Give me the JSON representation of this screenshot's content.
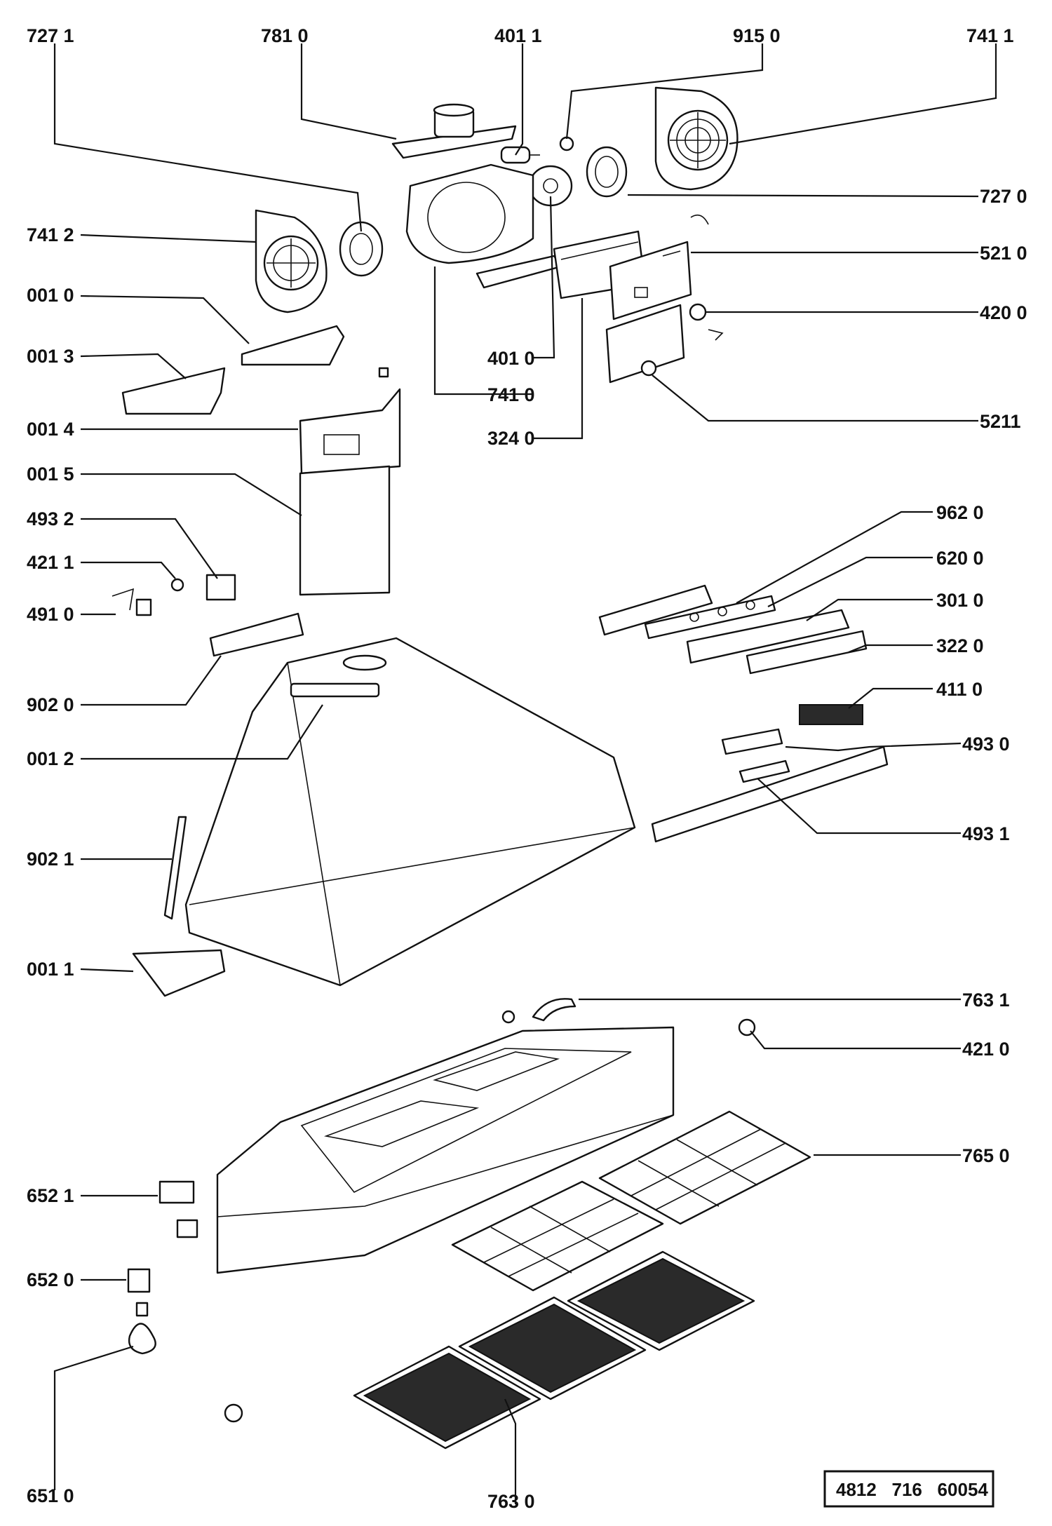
{
  "diagram": {
    "callouts": [
      {
        "id": "c-7271",
        "text": "727 1"
      },
      {
        "id": "c-7810",
        "text": "781 0"
      },
      {
        "id": "c-4011",
        "text": "401 1"
      },
      {
        "id": "c-9150",
        "text": "915 0"
      },
      {
        "id": "c-7411",
        "text": "741 1"
      },
      {
        "id": "c-7270",
        "text": "727 0"
      },
      {
        "id": "c-7412",
        "text": "741 2"
      },
      {
        "id": "c-5210",
        "text": "521 0"
      },
      {
        "id": "c-0010",
        "text": "001 0"
      },
      {
        "id": "c-4200",
        "text": "420 0"
      },
      {
        "id": "c-0013",
        "text": "001 3"
      },
      {
        "id": "c-4010",
        "text": "401 0"
      },
      {
        "id": "c-7410",
        "text": "741 0"
      },
      {
        "id": "c-0014",
        "text": "001 4"
      },
      {
        "id": "c-5211",
        "text": "5211"
      },
      {
        "id": "c-3240",
        "text": "324 0"
      },
      {
        "id": "c-0015",
        "text": "001 5"
      },
      {
        "id": "c-9620",
        "text": "962 0"
      },
      {
        "id": "c-4932",
        "text": "493 2"
      },
      {
        "id": "c-6200",
        "text": "620 0"
      },
      {
        "id": "c-4211",
        "text": "421 1"
      },
      {
        "id": "c-3010",
        "text": "301 0"
      },
      {
        "id": "c-4910",
        "text": "491 0"
      },
      {
        "id": "c-3220",
        "text": "322 0"
      },
      {
        "id": "c-4110",
        "text": "411 0"
      },
      {
        "id": "c-9020",
        "text": "902 0"
      },
      {
        "id": "c-4930",
        "text": "493 0"
      },
      {
        "id": "c-0012",
        "text": "001 2"
      },
      {
        "id": "c-4931",
        "text": "493 1"
      },
      {
        "id": "c-9021",
        "text": "902 1"
      },
      {
        "id": "c-0011",
        "text": "001 1"
      },
      {
        "id": "c-7631",
        "text": "763 1"
      },
      {
        "id": "c-4210",
        "text": "421 0"
      },
      {
        "id": "c-7650",
        "text": "765 0"
      },
      {
        "id": "c-6521",
        "text": "652 1"
      },
      {
        "id": "c-6520",
        "text": "652 0"
      },
      {
        "id": "c-6510",
        "text": "651 0"
      },
      {
        "id": "c-7630",
        "text": "763 0"
      }
    ],
    "document_number": "4812   716   60054"
  }
}
